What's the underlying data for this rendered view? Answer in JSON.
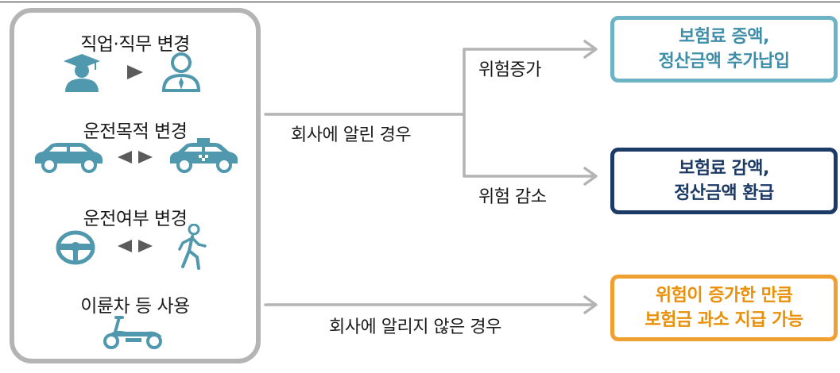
{
  "colors": {
    "icon_teal": "#4f98ae",
    "panel_border": "#b4b4b4",
    "connector": "#b4b4b4",
    "increase_accent": "#6db3c6",
    "decrease_accent": "#1c3a66",
    "unnotified_accent": "#f0a030"
  },
  "categories": [
    {
      "label": "직업·직무 변경",
      "icons": [
        "graduate-person-icon",
        "triangle-right-icon",
        "office-worker-icon"
      ]
    },
    {
      "label": "운전목적 변경",
      "icons": [
        "passenger-car-icon",
        "bidirectional-arrows-icon",
        "taxi-icon"
      ]
    },
    {
      "label": "운전여부 변경",
      "icons": [
        "steering-wheel-icon",
        "bidirectional-arrows-icon",
        "walking-person-icon"
      ]
    },
    {
      "label": "이륜차 등 사용",
      "icons": [
        "scooter-icon"
      ]
    }
  ],
  "branches": {
    "notified": "회사에 알린 경우",
    "not_notified": "회사에 알리지 않은 경우",
    "risk_increase": "위험증가",
    "risk_decrease": "위험 감소"
  },
  "outcomes": {
    "increase": {
      "line1": "보험료 증액,",
      "line2": "정산금액 추가납입"
    },
    "decrease": {
      "line1": "보험료 감액,",
      "line2": "정산금액 환급"
    },
    "unnotified": {
      "line1": "위험이 증가한 만큼",
      "line2": "보험금 과소 지급 가능"
    }
  }
}
